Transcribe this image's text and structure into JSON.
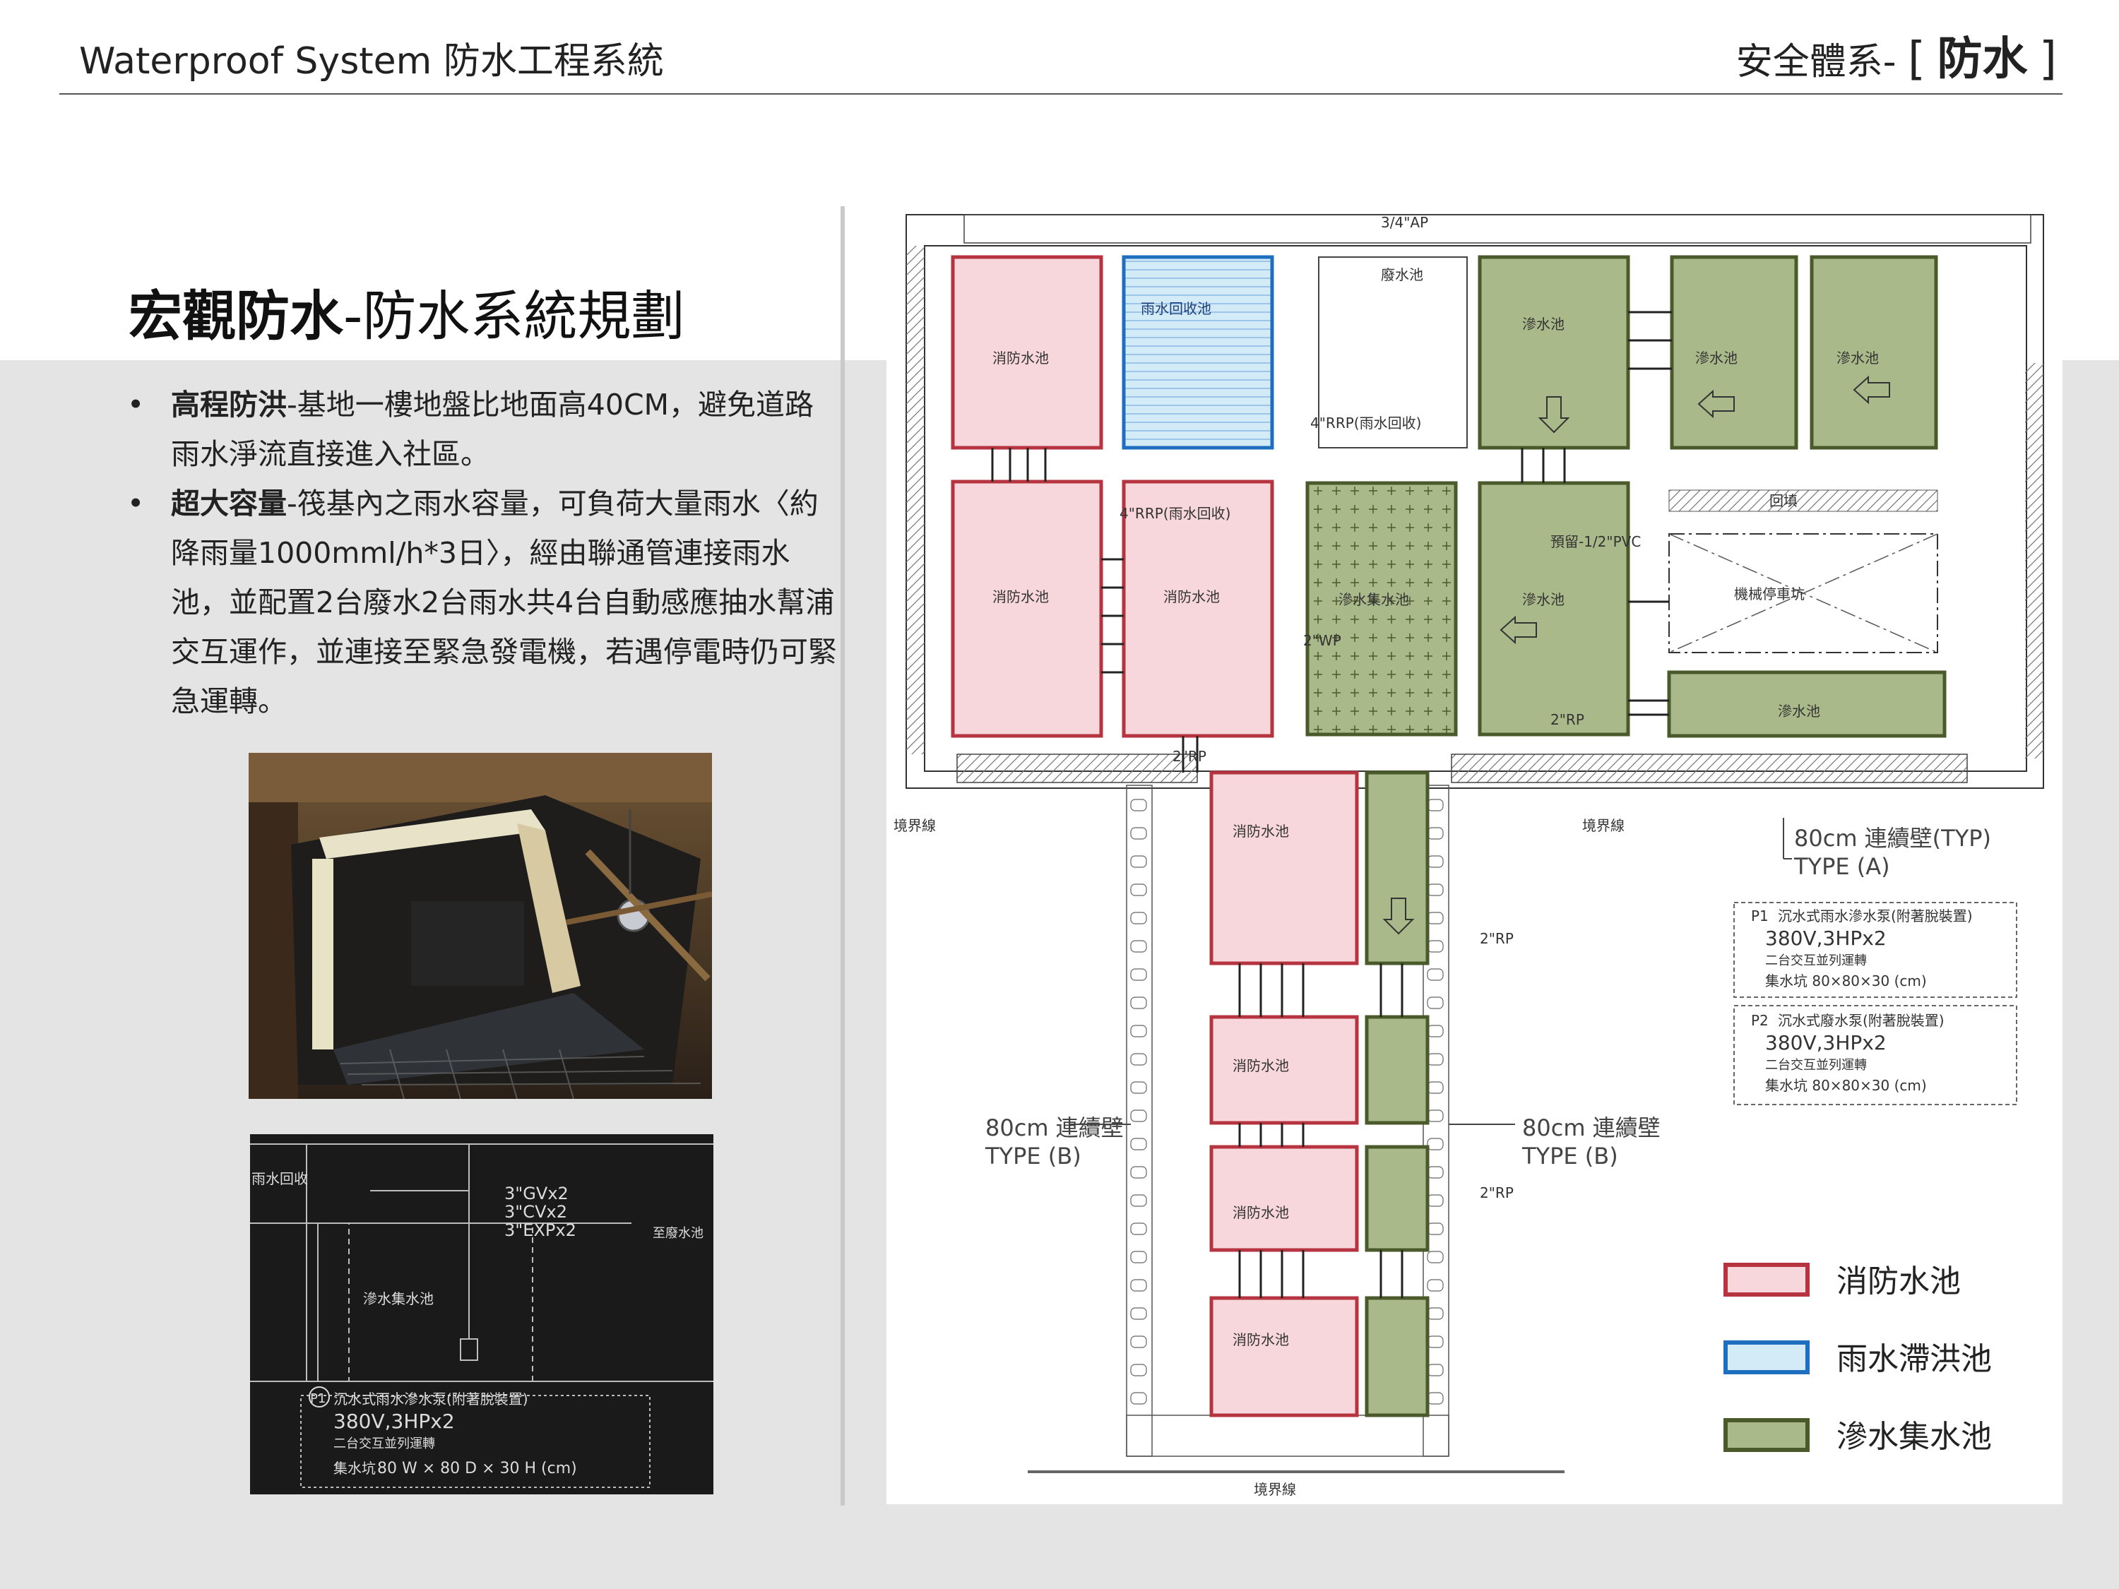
{
  "header": {
    "title_en": "Waterproof System",
    "title_zh": "防水工程系統",
    "category_prefix": "安全體系-",
    "category_open": "[",
    "category_strong": "防水",
    "category_close": "]"
  },
  "section": {
    "title_strong": "宏觀防水",
    "title_rest": "-防水系統規劃"
  },
  "bullets": [
    {
      "label": "高程防洪",
      "text": "-基地一樓地盤比地面高40CM，避免道路雨水淨流直接進入社區。"
    },
    {
      "label": "超大容量",
      "text": "-筏基內之雨水容量，可負荷大量雨水〈約降雨量1000mml/h*3日〉，經由聯通管連接雨水池，並配置2台廢水2台雨水共4台自動感應抽水幫浦交互運作，並連接至緊急發電機，若遇停電時仍可緊急運轉。"
    }
  ],
  "bullet_glyph": "•",
  "inset": {
    "rain": "雨水回收",
    "valves": [
      "3\"GVx2",
      "3\"CVx2",
      "3\"EXPx2"
    ],
    "to_waste": "至廢水池",
    "seep": "滲水集水池",
    "pump_title": "沉水式雨水滲水泵(附著脫裝置)",
    "pump_spec": "380V,3HPx2",
    "pump_note": "二台交互並列運轉",
    "pit_label": "集水坑",
    "pit_dims": "80 W × 80 D × 30 H (cm)",
    "p1": "P1"
  },
  "plan": {
    "labels": {
      "fire_pool": "消防水池",
      "rain_pool": "雨水回收池",
      "seep_pool": "滲水池",
      "seep_collect": "滲水集水池",
      "waste_pool": "廢水池",
      "machine_pit": "機械停車坑",
      "backfill": "回填",
      "boundary": "境界線",
      "pipe_ap": "3/4\"AP",
      "pipe_4rrp": "4\"RRP(雨水回收)",
      "pipe_2rp": "2\"RP",
      "pipe_2wp": "2\"WP",
      "pipe_pvc": "預留-1/2\"PVC",
      "wall_a": "80cm 連續壁(TYP)",
      "wall_a2": "TYPE (A)",
      "wall_b": "80cm 連續壁",
      "wall_b2": "TYPE (B)"
    },
    "pump_boxes": [
      {
        "id": "P1",
        "title": "沉水式雨水滲水泵(附著脫裝置)",
        "spec": "380V,3HPx2",
        "note": "二台交互並列運轉",
        "pit": "集水坑 80×80×30 (cm)"
      },
      {
        "id": "P2",
        "title": "沉水式廢水泵(附著脫裝置)",
        "spec": "380V,3HPx2",
        "note": "二台交互並列運轉",
        "pit": "集水坑 80×80×30 (cm)"
      }
    ]
  },
  "legend": [
    {
      "label": "消防水池",
      "fill": "#f7d7db",
      "border": "#b5343f"
    },
    {
      "label": "雨水滯洪池",
      "fill": "#d3eaf7",
      "border": "#1f6fc1"
    },
    {
      "label": "滲水集水池",
      "fill": "#aab98a",
      "border": "#4a5a2a"
    }
  ],
  "colors": {
    "fire_fill": "#f7d7db",
    "fire_border": "#b5343f",
    "rain_fill": "#d3eaf7",
    "rain_border": "#1f6fc1",
    "seep_fill": "#aab98a",
    "seep_border": "#4a5a2a"
  }
}
